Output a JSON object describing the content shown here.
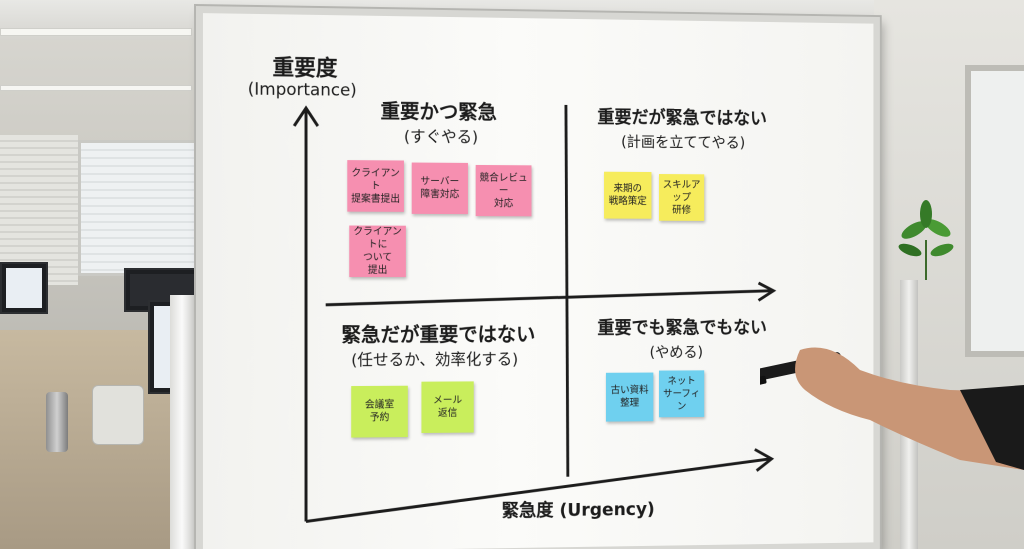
{
  "board": {
    "y_axis_label": "重要度",
    "y_axis_label_en": "(Importance)",
    "x_axis_label": "緊急度 (Urgency)",
    "quadrants": [
      {
        "title": "重要かつ緊急",
        "subtitle": "(すぐやる)",
        "notes": [
          {
            "text": "クライアント\n提案書提出",
            "color": "pink"
          },
          {
            "text": "サーバー\n障害対応",
            "color": "pink"
          },
          {
            "text": "競合レビュー\n対応",
            "color": "pink"
          },
          {
            "text": "クライアントに\nついて\n提出",
            "color": "pink"
          }
        ]
      },
      {
        "title": "重要だが緊急ではない",
        "subtitle": "(計画を立ててやる)",
        "notes": [
          {
            "text": "来期の\n戦略策定",
            "color": "yellow"
          },
          {
            "text": "スキルアップ\n研修",
            "color": "yellow"
          }
        ]
      },
      {
        "title": "緊急だが重要ではない",
        "subtitle": "(任せるか、効率化する)",
        "notes": [
          {
            "text": "会議室\n予約",
            "color": "green"
          },
          {
            "text": "メール\n返信",
            "color": "green"
          }
        ]
      },
      {
        "title": "重要でも緊急でもない",
        "subtitle": "(やめる)",
        "notes": [
          {
            "text": "古い資料\n整理",
            "color": "blue"
          },
          {
            "text": "ネット\nサーフィン",
            "color": "blue"
          }
        ]
      }
    ]
  },
  "colors": {
    "pink": "#f68fb0",
    "yellow": "#f6ec5c",
    "green": "#c9ee5c",
    "blue": "#6fd0ef",
    "marker": "#1c1c1c"
  }
}
